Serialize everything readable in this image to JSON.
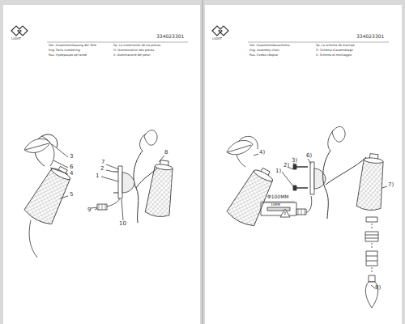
{
  "diagram": {
    "labels": [
      "LIGHT",
      "334023301",
      "Ger. Zusammenfassung der Teile",
      "Eng. Parts numbering",
      "Rus. Нумерация деталей",
      "Sp. La numeración de las piezas",
      "Fr. Numérotation des pièces",
      "It. Numerazione dei pezzi",
      "3",
      "6",
      "4",
      "5",
      "7",
      "2",
      "1",
      "9",
      "10",
      "8",
      "LIGHT",
      "334023301",
      "Ger. Zusammenbauschema",
      "Eng. Assembly chart",
      "Rus. Схема сборки",
      "Sp. La schema de montaje",
      "Fr. Schéma d'assemblage",
      "It. Schema di montaggio",
      "Φ100MM",
      "10MM",
      "4)",
      "6)",
      "3)",
      "2)",
      "1)",
      "7)",
      "8)"
    ]
  }
}
